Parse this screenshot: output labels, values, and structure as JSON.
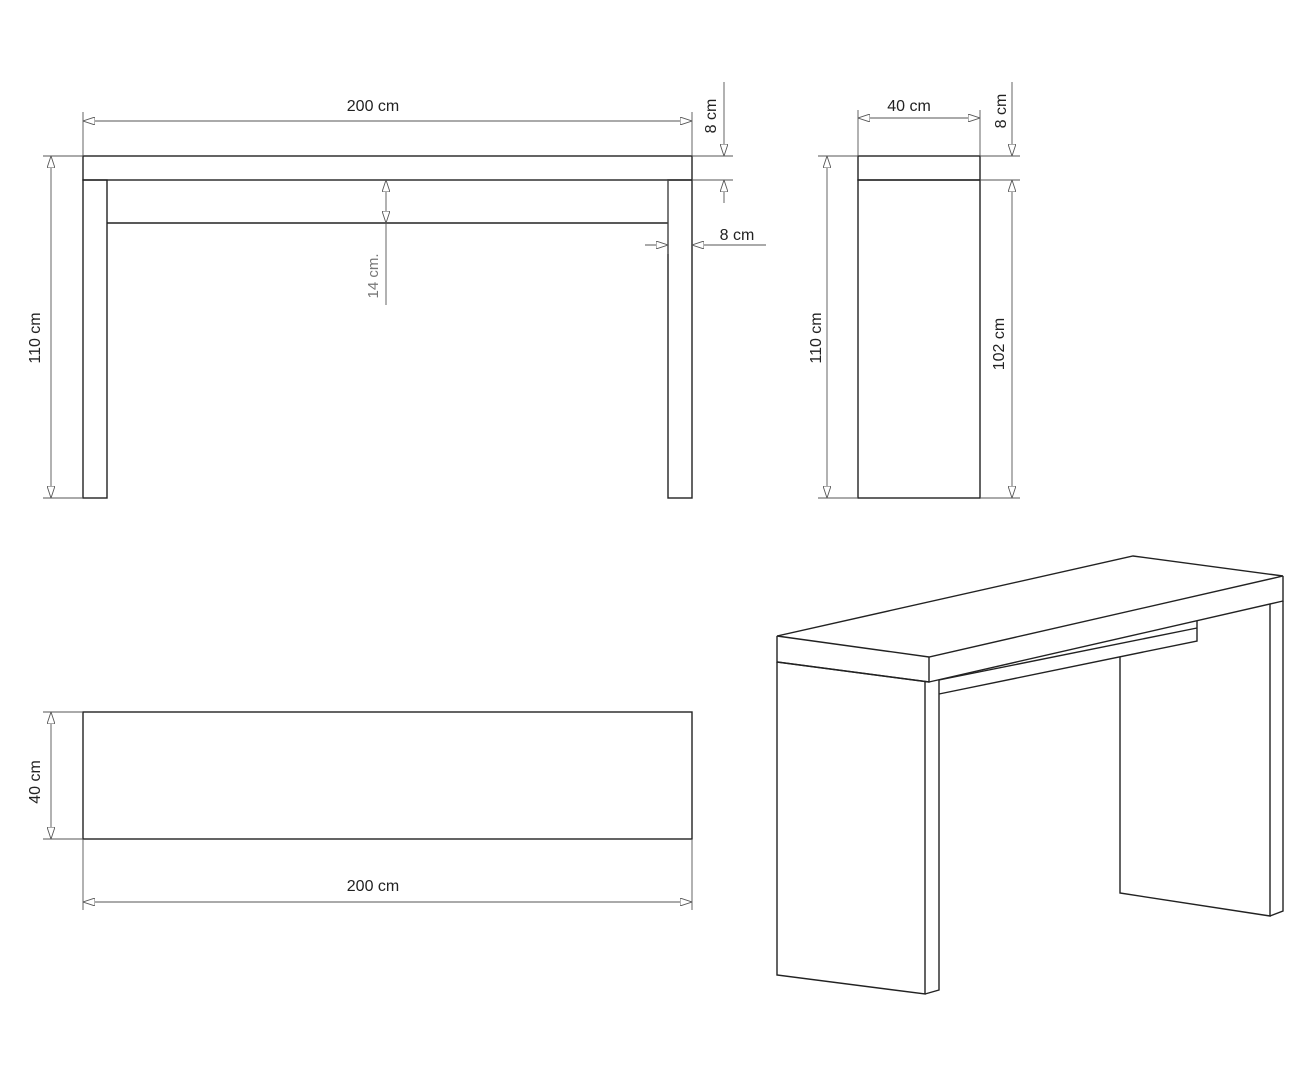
{
  "front_view": {
    "width_label": "200 cm",
    "height_label": "110 cm",
    "top_thickness_label": "8 cm",
    "leg_thickness_label": "8 cm",
    "apron_label": "14 cm."
  },
  "side_view": {
    "depth_label": "40 cm",
    "top_thickness_label": "8 cm",
    "height_label": "110 cm",
    "leg_height_label": "102 cm"
  },
  "top_view": {
    "depth_label": "40 cm",
    "width_label": "200 cm"
  }
}
